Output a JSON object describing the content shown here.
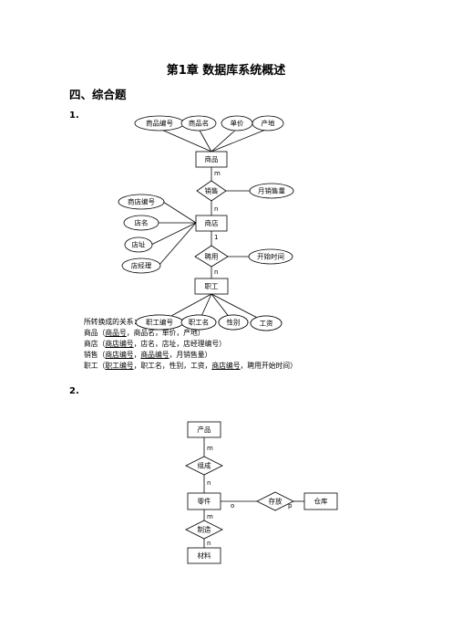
{
  "title": "第1章 数据库系统概述",
  "section": "四、综合题",
  "q1": {
    "label": "1.",
    "entities": {
      "product": "商品",
      "store": "商店",
      "employee": "职工"
    },
    "relationships": {
      "sell": "销售",
      "hire": "聘用"
    },
    "product_attrs": [
      "商品编号",
      "商品名",
      "单价",
      "产地"
    ],
    "store_attrs": [
      "商店编号",
      "店名",
      "店址",
      "店经理"
    ],
    "employee_attrs": [
      "职工编号",
      "职工名",
      "性别",
      "工资"
    ],
    "sell_attr": "月销售量",
    "hire_attr": "开始时间",
    "cardinality": {
      "sell_product": "m",
      "sell_store": "n",
      "hire_store": "1",
      "hire_employee": "n"
    },
    "relations_intro": "所转换成的关系：",
    "relations": [
      {
        "name": "商品",
        "fields": [
          {
            "text": "商品号",
            "key": true
          },
          {
            "text": "商品名",
            "key": false
          },
          {
            "text": "单价",
            "key": false
          },
          {
            "text": "产地",
            "key": false
          }
        ]
      },
      {
        "name": "商店",
        "fields": [
          {
            "text": "商店编号",
            "key": true
          },
          {
            "text": "店名",
            "key": false
          },
          {
            "text": "店址",
            "key": false
          },
          {
            "text": "店经理编号",
            "key": false
          }
        ]
      },
      {
        "name": "销售",
        "fields": [
          {
            "text": "商店编号",
            "key": true
          },
          {
            "text": "商品编号",
            "key": true
          },
          {
            "text": "月销售量",
            "key": false
          }
        ]
      },
      {
        "name": "职工",
        "fields": [
          {
            "text": "职工编号",
            "key": true
          },
          {
            "text": "职工名",
            "key": false
          },
          {
            "text": "性别",
            "key": false
          },
          {
            "text": "工资",
            "key": false
          },
          {
            "text": "商店编号",
            "key": true
          },
          {
            "text": "聘用开始时间",
            "key": false
          }
        ]
      }
    ]
  },
  "q2": {
    "label": "2.",
    "entities": {
      "product": "产品",
      "part": "零件",
      "warehouse": "仓库",
      "material": "材料"
    },
    "relationships": {
      "compose": "组成",
      "store": "存放",
      "make": "制造"
    },
    "cardinality": {
      "compose_product": "m",
      "compose_part": "n",
      "store_part": "o",
      "store_warehouse": "p",
      "make_part": "m",
      "make_material": "n"
    }
  }
}
